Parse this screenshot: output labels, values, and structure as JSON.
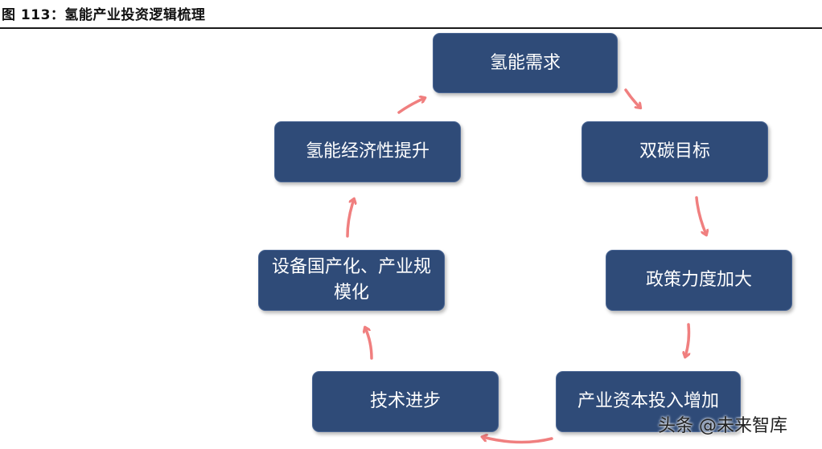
{
  "figure": {
    "title": "图 113：氢能产业投资逻辑梳理"
  },
  "nodes": {
    "demand": "氢能需求",
    "carbon_goal": "双碳目标",
    "policy": "政策力度加大",
    "capital": "产业资本投入增加",
    "tech": "技术进步",
    "equipment": "设备国产化、产业规模化",
    "economy": "氢能经济性提升"
  },
  "watermark": "头条 @未来智库",
  "colors": {
    "node_fill": "#2f4b78",
    "node_text": "#ffffff",
    "arrow": "#f07f7f",
    "title_rule": "#1a1a1a"
  }
}
